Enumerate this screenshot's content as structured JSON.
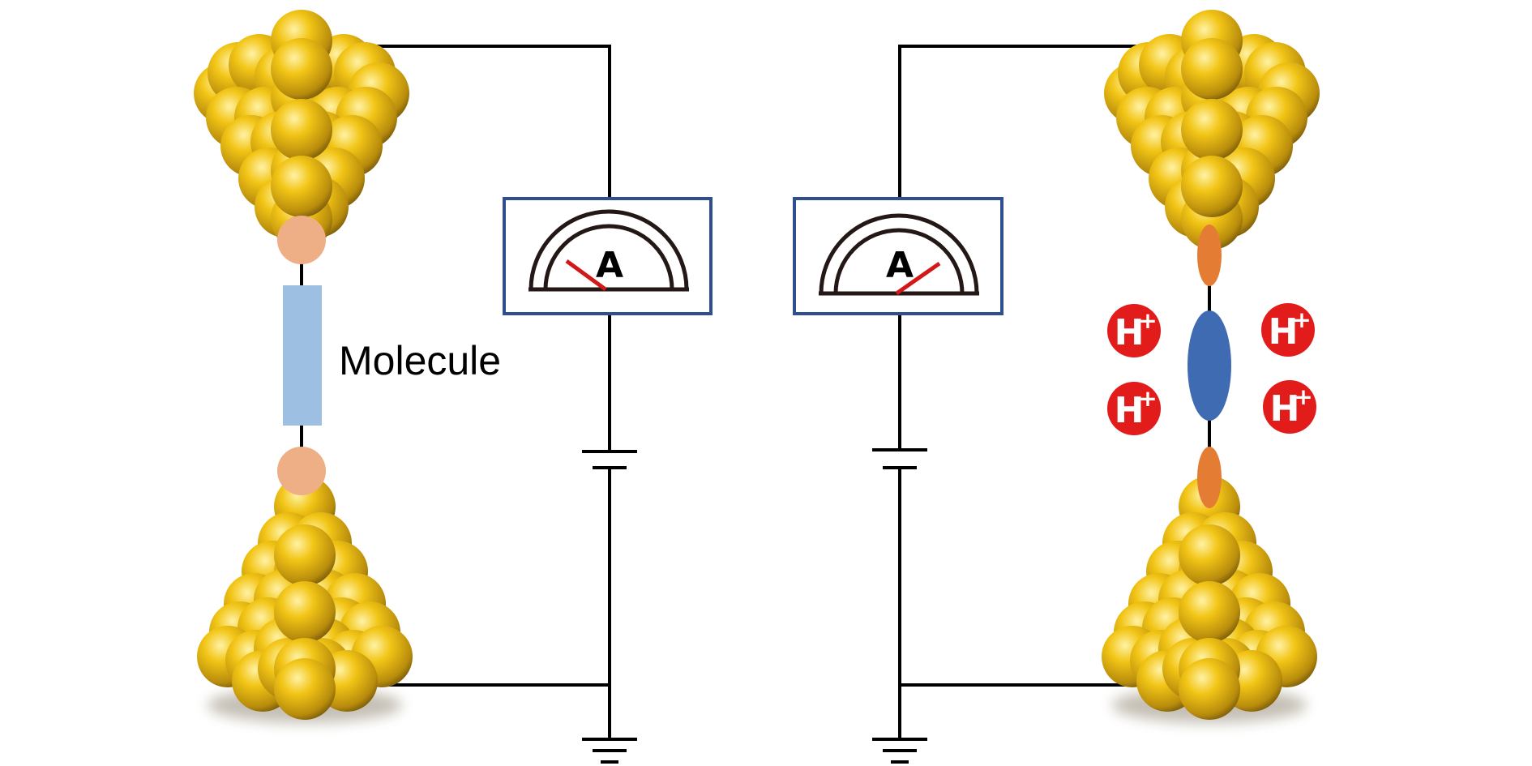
{
  "colors": {
    "gold": "#f2c516",
    "gold_shadow": "#8a6a10",
    "anchor_left": "#eeae86",
    "molecule_left": "#9dbfe2",
    "anchor_right": "#e47d33",
    "molecule_right": "#3f6bb3",
    "meter_frame": "#2f4f8f",
    "meter_needle": "#d21818",
    "proton": "#e21b1b",
    "wire": "#000000"
  },
  "icons": {
    "electrode": "gold-atom-cluster",
    "meter": "ammeter-dial",
    "source": "battery-symbol",
    "ground": "ground-symbol",
    "ion": "proton-circle"
  },
  "left_junction": {
    "molecule_label": "Molecule",
    "meter_letter": "A"
  },
  "right_junction": {
    "meter_letter": "A",
    "ions": [
      {
        "base": "H",
        "charge": "+"
      },
      {
        "base": "H",
        "charge": "+"
      },
      {
        "base": "H",
        "charge": "+"
      },
      {
        "base": "H",
        "charge": "+"
      }
    ]
  }
}
